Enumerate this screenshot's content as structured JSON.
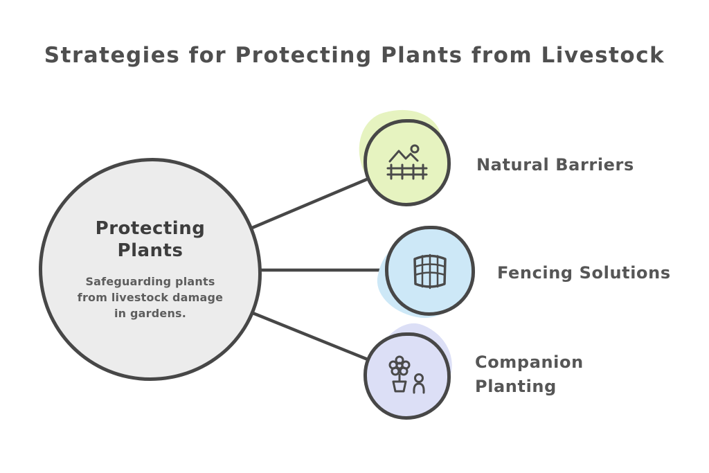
{
  "title": "Strategies for Protecting Plants from Livestock",
  "center": {
    "title": "Protecting Plants",
    "description": "Safeguarding plants from livestock damage in gardens."
  },
  "nodes": [
    {
      "label": "Natural Barriers",
      "icon": "mountain-fence-icon",
      "color": "#e6f3c0"
    },
    {
      "label": "Fencing Solutions",
      "icon": "wire-fence-icon",
      "color": "#cde8f7"
    },
    {
      "label": "Companion Planting",
      "icon": "flower-person-icon",
      "color": "#dcdff6"
    }
  ],
  "colors": {
    "stroke": "#4a4a4a",
    "title_text": "#4f4f4f",
    "label_text": "#565656",
    "center_fill": "#ececec",
    "background": "#ffffff"
  }
}
